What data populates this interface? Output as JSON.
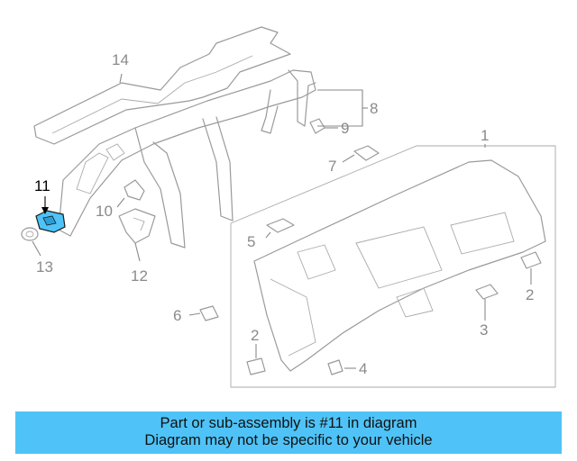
{
  "callouts": [
    {
      "id": "1",
      "label": "1",
      "highlighted": false
    },
    {
      "id": "2a",
      "label": "2",
      "highlighted": false
    },
    {
      "id": "2b",
      "label": "2",
      "highlighted": false
    },
    {
      "id": "3",
      "label": "3",
      "highlighted": false
    },
    {
      "id": "4",
      "label": "4",
      "highlighted": false
    },
    {
      "id": "5",
      "label": "5",
      "highlighted": false
    },
    {
      "id": "6",
      "label": "6",
      "highlighted": false
    },
    {
      "id": "7",
      "label": "7",
      "highlighted": false
    },
    {
      "id": "8",
      "label": "8",
      "highlighted": false
    },
    {
      "id": "9",
      "label": "9",
      "highlighted": false
    },
    {
      "id": "10",
      "label": "10",
      "highlighted": false
    },
    {
      "id": "11",
      "label": "11",
      "highlighted": true
    },
    {
      "id": "12",
      "label": "12",
      "highlighted": false
    },
    {
      "id": "13",
      "label": "13",
      "highlighted": false
    },
    {
      "id": "14",
      "label": "14",
      "highlighted": false
    }
  ],
  "banner": {
    "line1": "Part or sub-assembly is #11 in diagram",
    "line2": "Diagram may not be specific to your vehicle"
  },
  "colors": {
    "highlight_part": "#4fc3f7",
    "banner_bg": "#4fc3f7",
    "line": "#9a9a9a"
  }
}
